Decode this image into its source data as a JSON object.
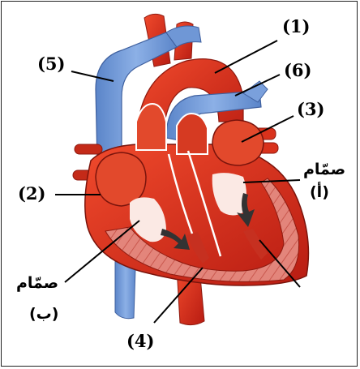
{
  "labels": {
    "n1": "(1)",
    "n2": "(2)",
    "n3": "(3)",
    "n4": "(4)",
    "n5": "(5)",
    "n6": "(6)",
    "valve_a_word": "صمّام",
    "valve_a_letter": "(أ)",
    "valve_b_word": "صمّام",
    "valve_b_letter": "(ب)"
  },
  "colors": {
    "artery_red": "#e8321c",
    "dark_red": "#a3170f",
    "vein_blue": "#6f97d6",
    "muscle_pink": "#e98a80",
    "leader_line": "#000000"
  }
}
